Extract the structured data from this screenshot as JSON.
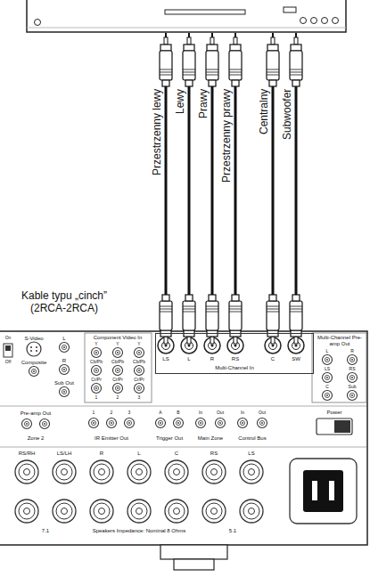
{
  "diagram": {
    "nodes": [
      {
        "text": [
          "Multi-Channel In"
        ]
      }
    ],
    "labels": [
      "Przestrzenny lewy",
      "Lewy",
      "Prawy",
      "Przestrzenny prawy",
      "Centralny",
      "Subwoofer",
      "Kable typu „cinch” (2RCA-2RCA)",
      "On",
      "Off",
      "S-Video",
      "Composite",
      "L",
      "R",
      "Sub Out",
      "Component Video In",
      "Y",
      "Y",
      "Y",
      "Cb/Pb",
      "Cb/Pb",
      "Cb/Pb",
      "Cr/Pr",
      "Cr/Pr",
      "Cr/Pr",
      "1",
      "2",
      "3",
      "LS",
      "L",
      "R",
      "RS",
      "C",
      "SW",
      "Multi-Channel Pre-amp Out",
      "L",
      "R",
      "LS",
      "RS",
      "C",
      "Sub",
      "Pre-amp Out",
      "Zone 2",
      "1",
      "2",
      "3",
      "IR Emitter Out",
      "A",
      "B",
      "Trigger Out",
      "In",
      "Out",
      "Main Zone",
      "In",
      "Out",
      "Control Bus",
      "Power",
      "RS/RH",
      "LS/LH",
      "R",
      "L",
      "C",
      "RS",
      "LS",
      "7.1",
      "Speakers Impedance: Nominal 8 Ohms",
      "5.1"
    ]
  }
}
